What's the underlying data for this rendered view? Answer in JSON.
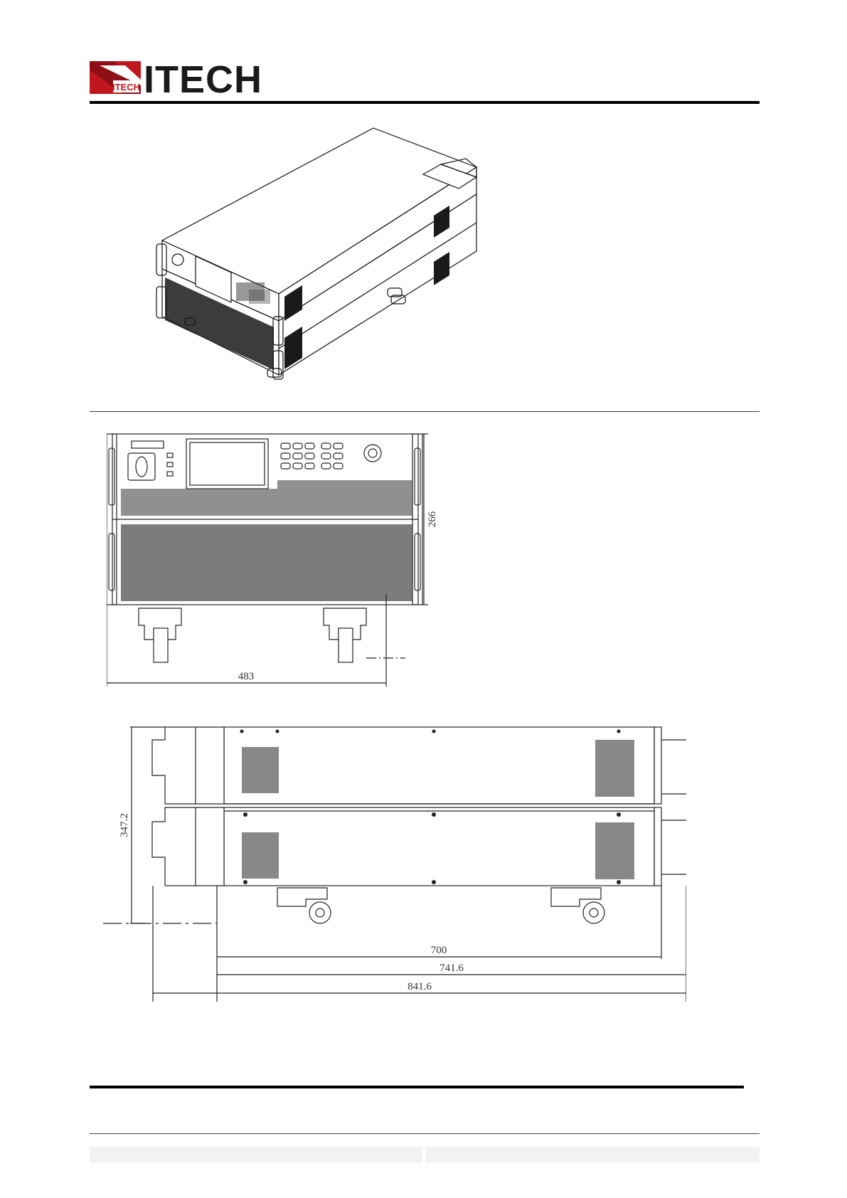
{
  "header": {
    "brand": "ITECH",
    "logo_badge_text": "ITECH",
    "brand_color": "#c0161d",
    "text_color": "#1a1a1a"
  },
  "front_view": {
    "dimensions": {
      "height": "266",
      "width": "483"
    }
  },
  "side_view": {
    "dimensions": {
      "height": "347.2",
      "depth_body": "700",
      "depth_with_rear": "741.6",
      "depth_overall": "841.6"
    }
  }
}
